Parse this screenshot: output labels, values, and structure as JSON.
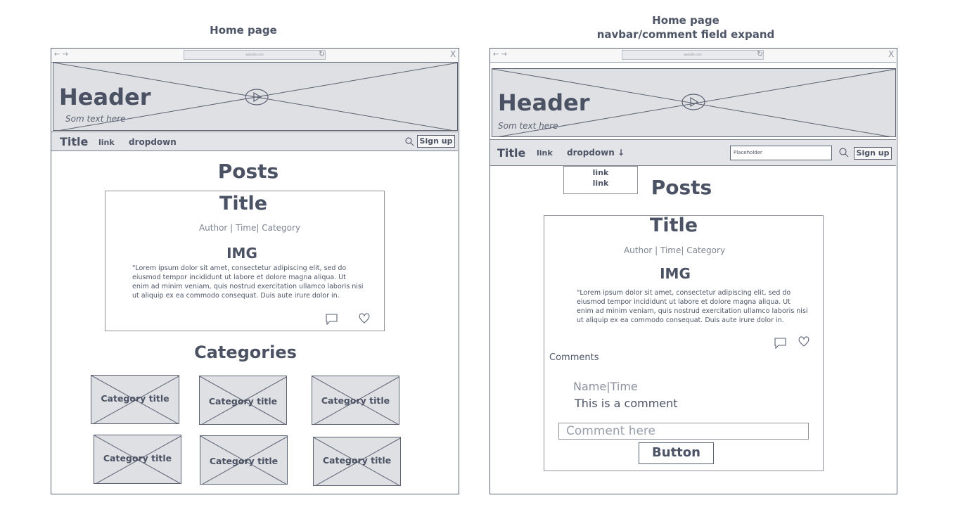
{
  "left": {
    "caption": "Home page",
    "header_title": "Header",
    "header_sub": "Som text here",
    "nav": {
      "title": "Title",
      "link": "link",
      "dropdown": "dropdown",
      "signup": "Sign up"
    },
    "posts_heading": "Posts",
    "post": {
      "title": "Title",
      "meta": "Author | Time| Category",
      "img": "IMG",
      "lines": [
        "\"Lorem ipsum dolor sit amet, consectetur adipiscing elit, sed do",
        "eiusmod tempor incididunt ut labore et dolore magna aliqua. Ut",
        "enim ad minim veniam, quis nostrud exercitation ullamco laboris nisi",
        "ut aliquip ex ea commodo consequat. Duis aute irure dolor in."
      ]
    },
    "categories_heading": "Categories",
    "categories": [
      "Category title",
      "Category title",
      "Category title",
      "Category title",
      "Category title",
      "Category title"
    ]
  },
  "right": {
    "caption_line1": "Home page",
    "caption_line2": "navbar/comment field expand",
    "header_title": "Header",
    "header_sub": "Som text here",
    "nav": {
      "title": "Title",
      "link": "link",
      "dropdown": "dropdown ↓",
      "search_placeholder": "Placeholder",
      "signup": "Sign up"
    },
    "dropdown_items": [
      "link",
      "link"
    ],
    "posts_heading": "Posts",
    "post": {
      "title": "Title",
      "meta": "Author | Time| Category",
      "img": "IMG",
      "lines": [
        "\"Lorem ipsum dolor sit amet, consectetur adipiscing elit, sed do",
        "eiusmod tempor incididunt ut labore et dolore magna aliqua. Ut",
        "enim ad minim veniam, quis nostrud exercitation ullamco laboris nisi",
        "ut aliquip ex ea commodo consequat. Duis aute irure dolor in."
      ]
    },
    "comments": {
      "heading": "Comments",
      "name_time": "Name|Time",
      "text": "This is a comment",
      "input_placeholder": "Comment here",
      "button": "Button"
    }
  },
  "chrome": {
    "arrows": "← →",
    "url": "website.com",
    "close": "X"
  },
  "icons": {
    "comment": "speech-bubble-icon",
    "like": "heart-icon",
    "search": "magnifier-icon",
    "play": "play-icon"
  }
}
